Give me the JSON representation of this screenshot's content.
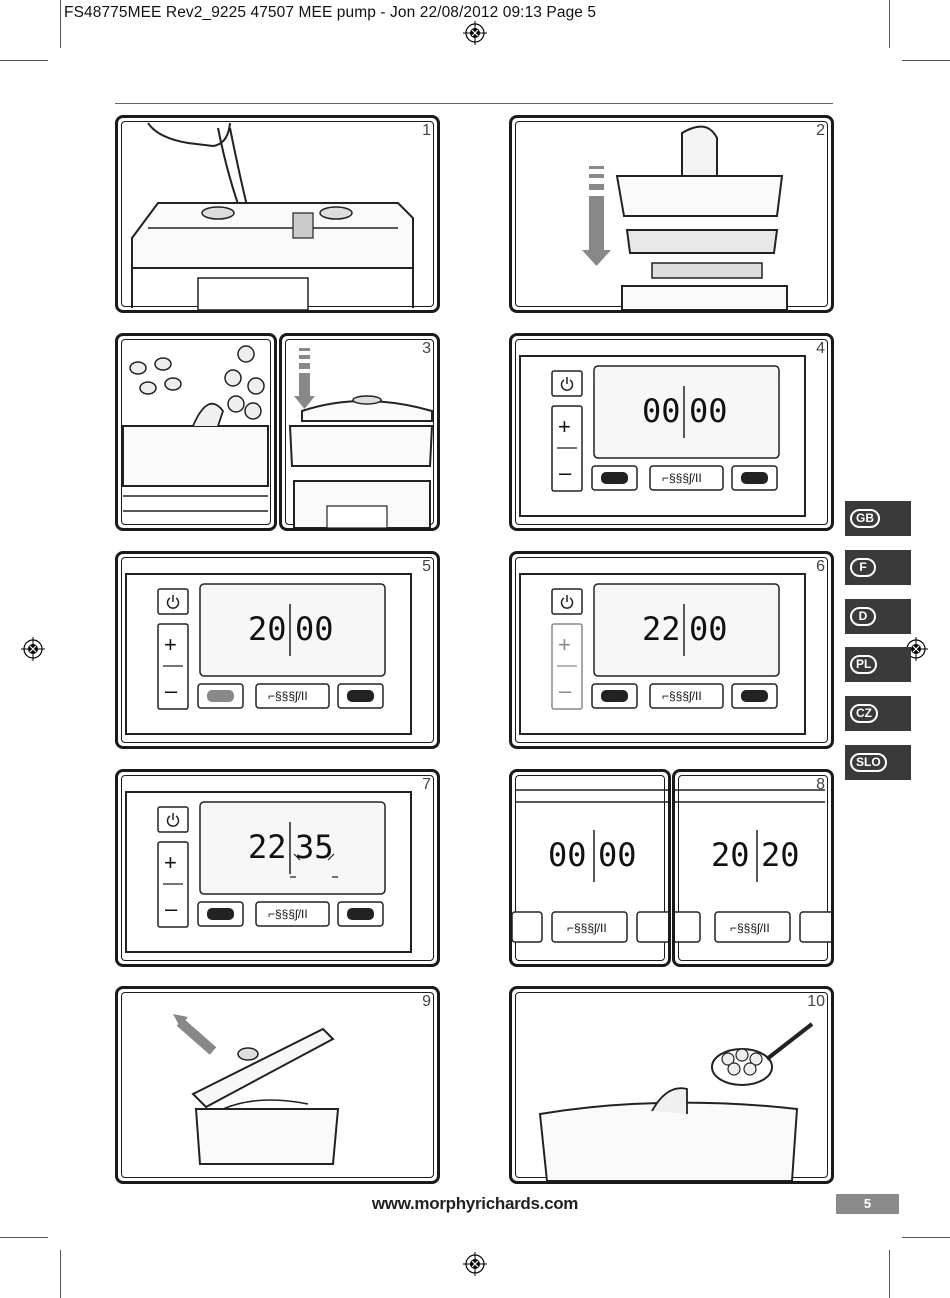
{
  "header": {
    "text": "FS48775MEE Rev2_9225 47507 MEE pump - Jon  22/08/2012  09:13  Page 5"
  },
  "panels": [
    {
      "num": "1"
    },
    {
      "num": "2"
    },
    {
      "num": "3"
    },
    {
      "num": "4",
      "time_h": "00",
      "time_m": "00"
    },
    {
      "num": "5",
      "time_h": "20",
      "time_m": "00"
    },
    {
      "num": "6",
      "time_h": "22",
      "time_m": "00"
    },
    {
      "num": "7",
      "time_h": "22",
      "time_m": "35"
    },
    {
      "num": "8",
      "left_h": "00",
      "left_m": "00",
      "right_h": "20",
      "right_m": "20"
    },
    {
      "num": "9"
    },
    {
      "num": "10"
    }
  ],
  "languages": [
    "GB",
    "F",
    "D",
    "PL",
    "CZ",
    "SLO"
  ],
  "footer": {
    "url": "www.morphyrichards.com",
    "page": "5"
  },
  "icons": [
    "power-icon",
    "plus-icon",
    "minus-icon",
    "steam-icon",
    "pause-icon",
    "registration-mark-icon",
    "water-jug-icon",
    "down-arrow-icon",
    "up-arrow-icon",
    "spoon-icon"
  ]
}
